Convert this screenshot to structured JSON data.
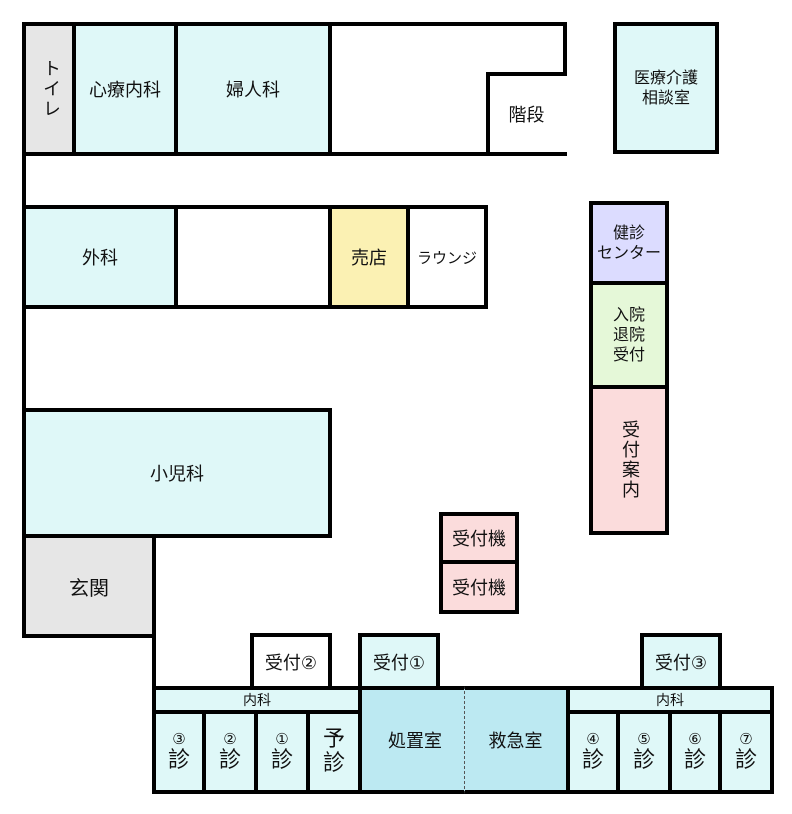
{
  "colors": {
    "cyan": "#dff8f8",
    "cyan_strong": "#bce9f2",
    "gray": "#e6e6e6",
    "yellow": "#fbf1b3",
    "lavender": "#dcdcff",
    "green": "#e5f8d8",
    "pink": "#fbdcdc"
  },
  "rooms": {
    "toilet": "トイレ",
    "psychosomatic": "心療内科",
    "gynecology": "婦人科",
    "stairs": "階段",
    "consultation": "医療介護\n相談室",
    "surgery": "外科",
    "shop": "売店",
    "lounge": "ラウンジ",
    "checkup": "健診\nセンター",
    "admission": "入院\n退院\n受付",
    "reception_info": "受付案内",
    "pediatrics": "小児科",
    "entrance": "玄関",
    "kiosk1": "受付機",
    "kiosk2": "受付機",
    "recep2": "受付②",
    "recep1": "受付①",
    "recep3": "受付③",
    "internal_left": "内科",
    "internal_right": "内科",
    "treatment": "処置室",
    "emergency": "救急室"
  },
  "exam_rooms": {
    "r3": {
      "num": "③",
      "label": "診"
    },
    "r2": {
      "num": "②",
      "label": "診"
    },
    "r1": {
      "num": "①",
      "label": "診"
    },
    "pre": {
      "num": "予",
      "label": "診"
    },
    "r4": {
      "num": "④",
      "label": "診"
    },
    "r5": {
      "num": "⑤",
      "label": "診"
    },
    "r6": {
      "num": "⑥",
      "label": "診"
    },
    "r7": {
      "num": "⑦",
      "label": "診"
    }
  }
}
